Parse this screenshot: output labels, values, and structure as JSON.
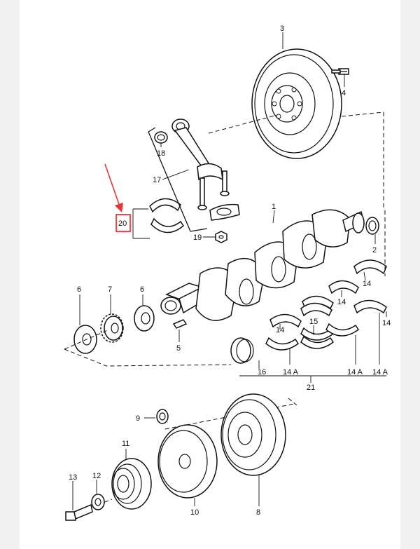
{
  "diagram": {
    "highlight_color": "#e53935",
    "line_color": "#111111",
    "background": "#ffffff",
    "callouts": {
      "c1": "1",
      "c2": "2",
      "c3": "3",
      "c4": "4",
      "c5": "5",
      "c6a": "6",
      "c6b": "6",
      "c7": "7",
      "c8": "8",
      "c9": "9",
      "c10": "10",
      "c11": "11",
      "c12": "12",
      "c13": "13",
      "c14a": "14",
      "c14b": "14",
      "c14c": "14",
      "c14d": "14",
      "c14A1": "14 A",
      "c14A2": "14 A",
      "c14A3": "14 A",
      "c15": "15",
      "c16": "16",
      "c17": "17",
      "c18": "18",
      "c19": "19",
      "c20": "20",
      "c21": "21"
    }
  }
}
